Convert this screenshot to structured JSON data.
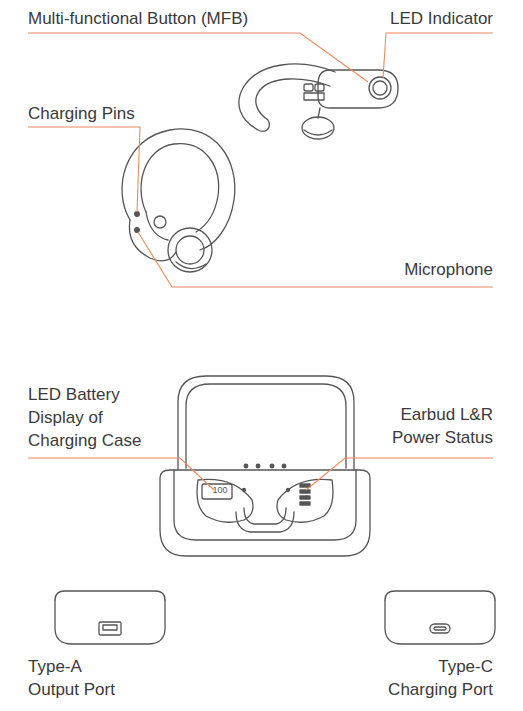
{
  "diagram": {
    "labels": [
      "Multi-functional Button (MFB)",
      "LED Indicator",
      "Charging Pins",
      "Microphone",
      "LED Battery Display of Charging Case",
      "Earbud L&R Power Status",
      "100",
      "Type-A Output Port",
      "Type-C Charging Port"
    ]
  }
}
